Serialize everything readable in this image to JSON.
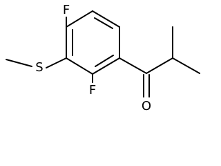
{
  "molecule": {
    "atoms": {
      "f_top": "F",
      "f_bottom": "F",
      "sulfur": "S",
      "oxygen": "O"
    },
    "colors": {
      "bond": "#000000",
      "text": "#000000",
      "background": "#ffffff"
    }
  }
}
